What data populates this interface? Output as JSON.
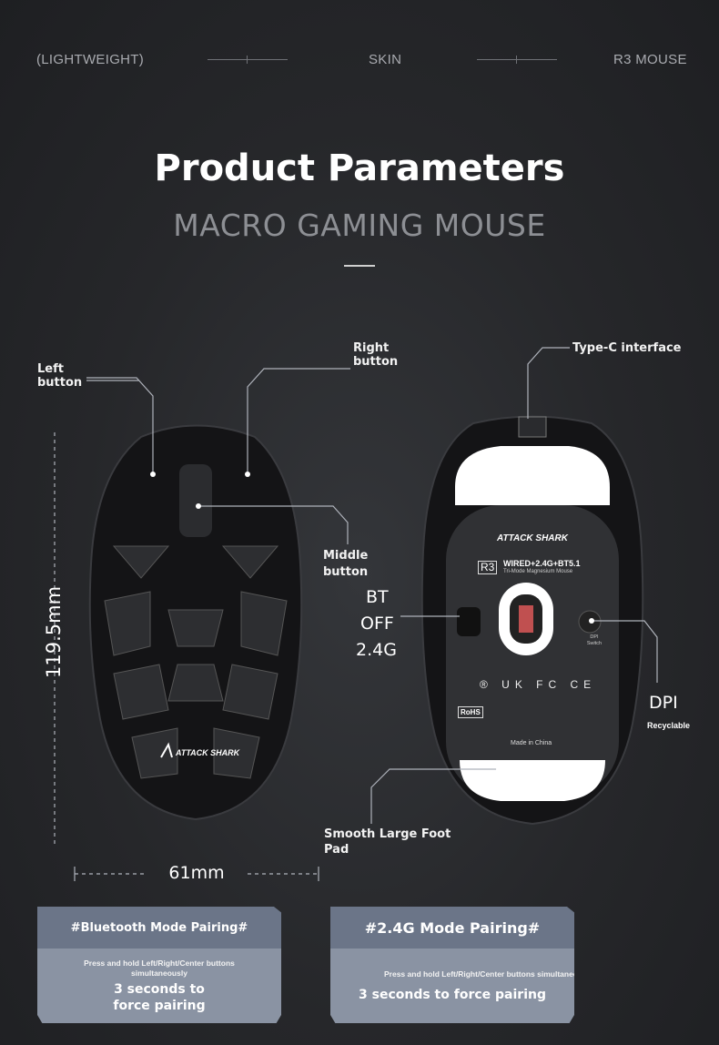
{
  "nav": {
    "left": "(LIGHTWEIGHT)",
    "center": "SKIN",
    "right": "R3 MOUSE"
  },
  "header": {
    "title": "Product Parameters",
    "subtitle": "MACRO GAMING MOUSE"
  },
  "labels": {
    "left_button": "Left\nbutton",
    "right_button": "Right\nbutton",
    "middle_button": "Middle\nbutton",
    "type_c": "Type-C interface",
    "dpi": "DPI",
    "recyclable": "Recyclable",
    "foot_pad": "Smooth Large Foot\nPad",
    "mode_bt": "BT",
    "mode_off": "OFF",
    "mode_24g": "2.4G"
  },
  "dimensions": {
    "length": "119.5mm",
    "width": "61mm"
  },
  "mouse_bottom": {
    "brand": "ATTACK SHARK",
    "model": "R3",
    "spec": "WIRED+2.4G+BT5.1",
    "spec_sub": "Tri-Mode Magnesium Mouse",
    "dpi_switch": "DPI Switch",
    "made_in": "Made in China",
    "rohs": "RoHS"
  },
  "mouse_top": {
    "brand": "ATTACK SHARK"
  },
  "cards": [
    {
      "title": "#Bluetooth Mode Pairing#",
      "instruction": "Press and hold Left/Right/Center buttons simultaneously",
      "result": "3 seconds to force pairing"
    },
    {
      "title": "#2.4G Mode Pairing#",
      "instruction": "Press and hold Left/Right/Center buttons simultaneously",
      "result": "3 seconds to force pairing"
    }
  ]
}
